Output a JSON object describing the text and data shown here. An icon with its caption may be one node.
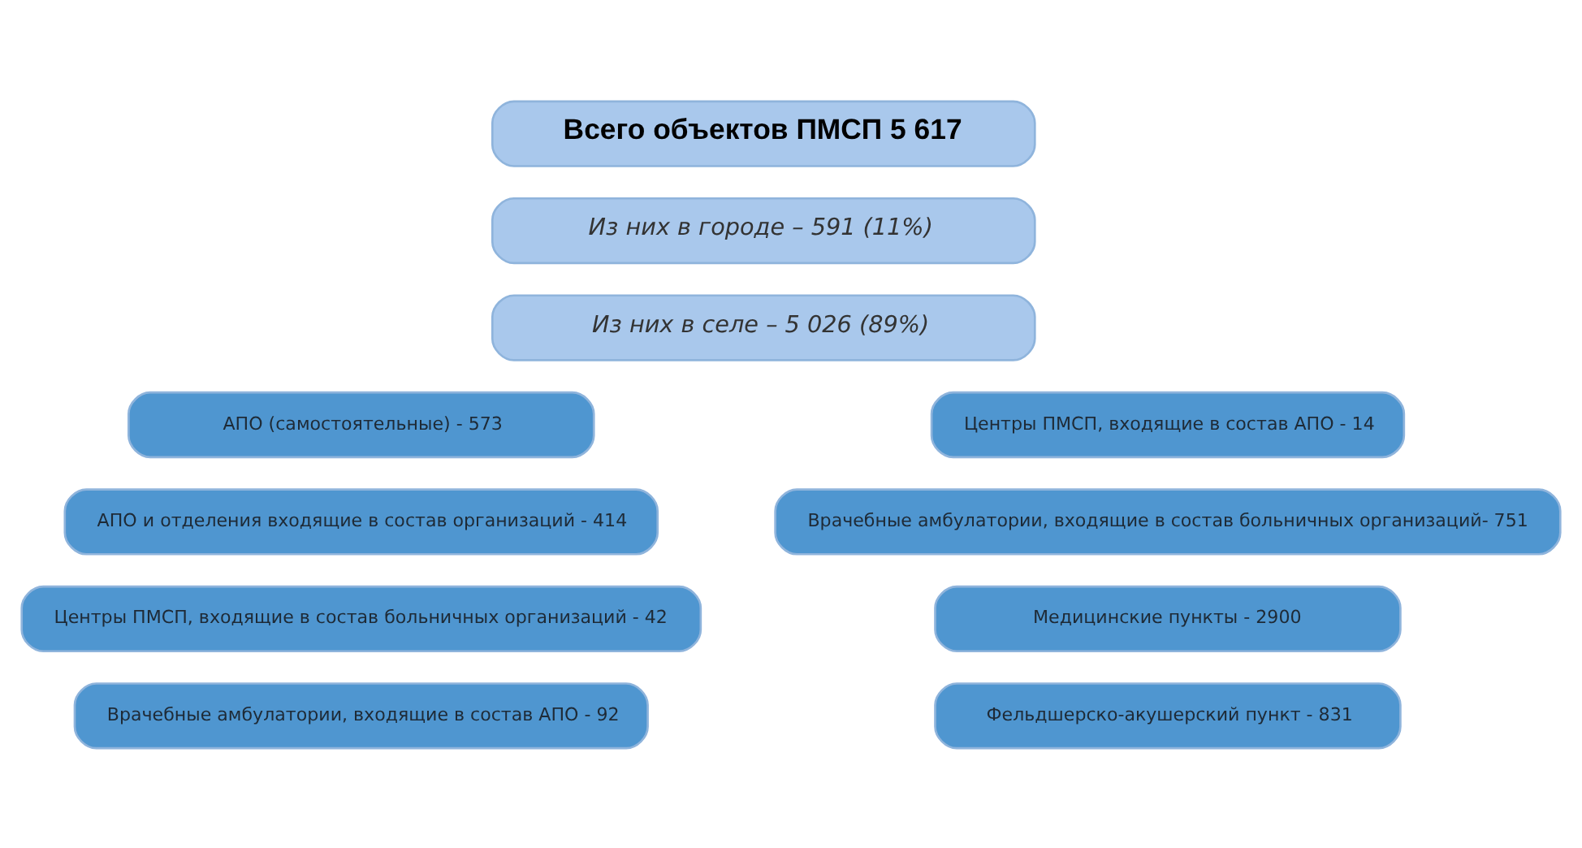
{
  "diagram": {
    "nodes": [
      {
        "text": [
          "Всего объектов ПМСП 5 617"
        ]
      },
      {
        "text": [
          "Из них в городе – 591 (11%)"
        ]
      },
      {
        "text": [
          "Из них в селе – 5 026 (89%)"
        ]
      },
      {
        "text": [
          "АПО (самостоятельные) - 573"
        ]
      },
      {
        "text": [
          "АПО и отделения входящие в состав организаций - 414"
        ]
      },
      {
        "text": [
          "Центры ПМСП, входящие в состав больничных организаций - 42"
        ]
      },
      {
        "text": [
          "Врачебные амбулатории, входящие в состав АПО - 92"
        ]
      },
      {
        "text": [
          "Центры ПМСП, входящие в состав АПО - 14"
        ]
      },
      {
        "text": [
          "Врачебные амбулатории, входящие в состав больничных организаций- 751"
        ]
      },
      {
        "text": [
          "Медицинские пункты - 2900"
        ]
      },
      {
        "text": [
          "Фельдшерско-акушерский пункт - 831"
        ]
      }
    ]
  }
}
